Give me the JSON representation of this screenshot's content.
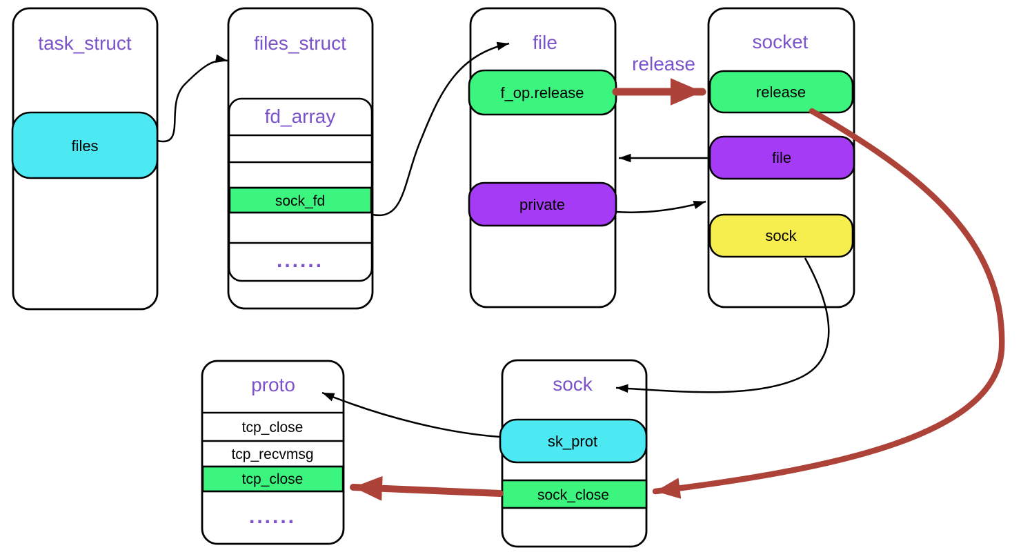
{
  "colors": {
    "cyan": "#4DE9F2",
    "green": "#3CF57E",
    "purple": "#A53BF5",
    "yellow": "#F5EE4E",
    "red": "#AC4238",
    "heading_purple": "#7B52C9",
    "outline": "#000000"
  },
  "nodes": {
    "task_struct": {
      "title": "task_struct",
      "files": "files"
    },
    "files_struct": {
      "title": "files_struct",
      "fd_array": "fd_array",
      "sock_fd": "sock_fd",
      "dots": "......"
    },
    "file": {
      "title": "file",
      "f_op_release": "f_op.release",
      "private": "private"
    },
    "socket": {
      "title": "socket",
      "release": "release",
      "file": "file",
      "sock": "sock"
    },
    "proto": {
      "title": "proto",
      "rows": [
        "tcp_close",
        "tcp_recvmsg",
        "tcp_close"
      ],
      "dots": "......"
    },
    "sock": {
      "title": "sock",
      "sk_prot": "sk_prot",
      "sock_close": "sock_close"
    }
  },
  "labels": {
    "release_edge": "release"
  }
}
